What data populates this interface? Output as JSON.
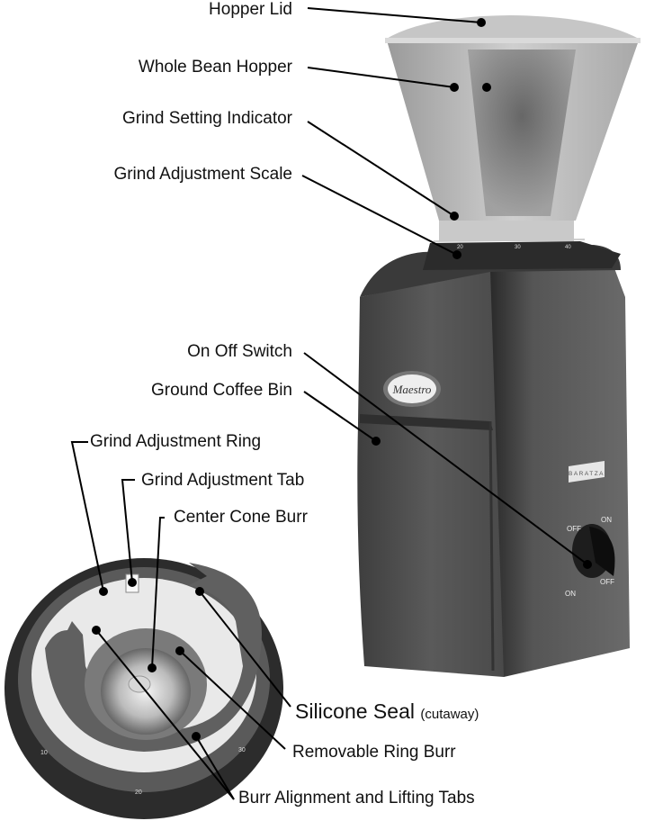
{
  "diagram": {
    "subject": "Baratza Maestro conical burr coffee grinder",
    "brand_badge": "Maestro",
    "brand_plate": "BARATZA",
    "switch_markings": [
      "OFF",
      "ON",
      "ON",
      "OFF"
    ],
    "hopper_scale_ticks": [
      "20",
      "30",
      "40"
    ],
    "ring_scale_ticks": [
      "10",
      "20",
      "30"
    ]
  },
  "labels": {
    "hopper_lid": "Hopper Lid",
    "whole_bean_hopper": "Whole Bean Hopper",
    "grind_setting_indicator": "Grind Setting Indicator",
    "grind_adjustment_scale": "Grind Adjustment Scale",
    "on_off_switch": "On Off Switch",
    "ground_coffee_bin": "Ground Coffee Bin",
    "grind_adjustment_ring": "Grind Adjustment Ring",
    "grind_adjustment_tab": "Grind Adjustment Tab",
    "center_cone_burr": "Center Cone Burr",
    "silicone_seal": "Silicone Seal",
    "silicone_seal_note": "(cutaway)",
    "removable_ring_burr": "Removable Ring Burr",
    "burr_alignment_tabs": "Burr Alignment and Lifting Tabs"
  },
  "colors": {
    "background": "#ffffff",
    "body_dark": "#4a4a4a",
    "body_mid": "#5c5c5c",
    "leader_line": "#000000",
    "hopper_glass": "#b8b8b8"
  }
}
